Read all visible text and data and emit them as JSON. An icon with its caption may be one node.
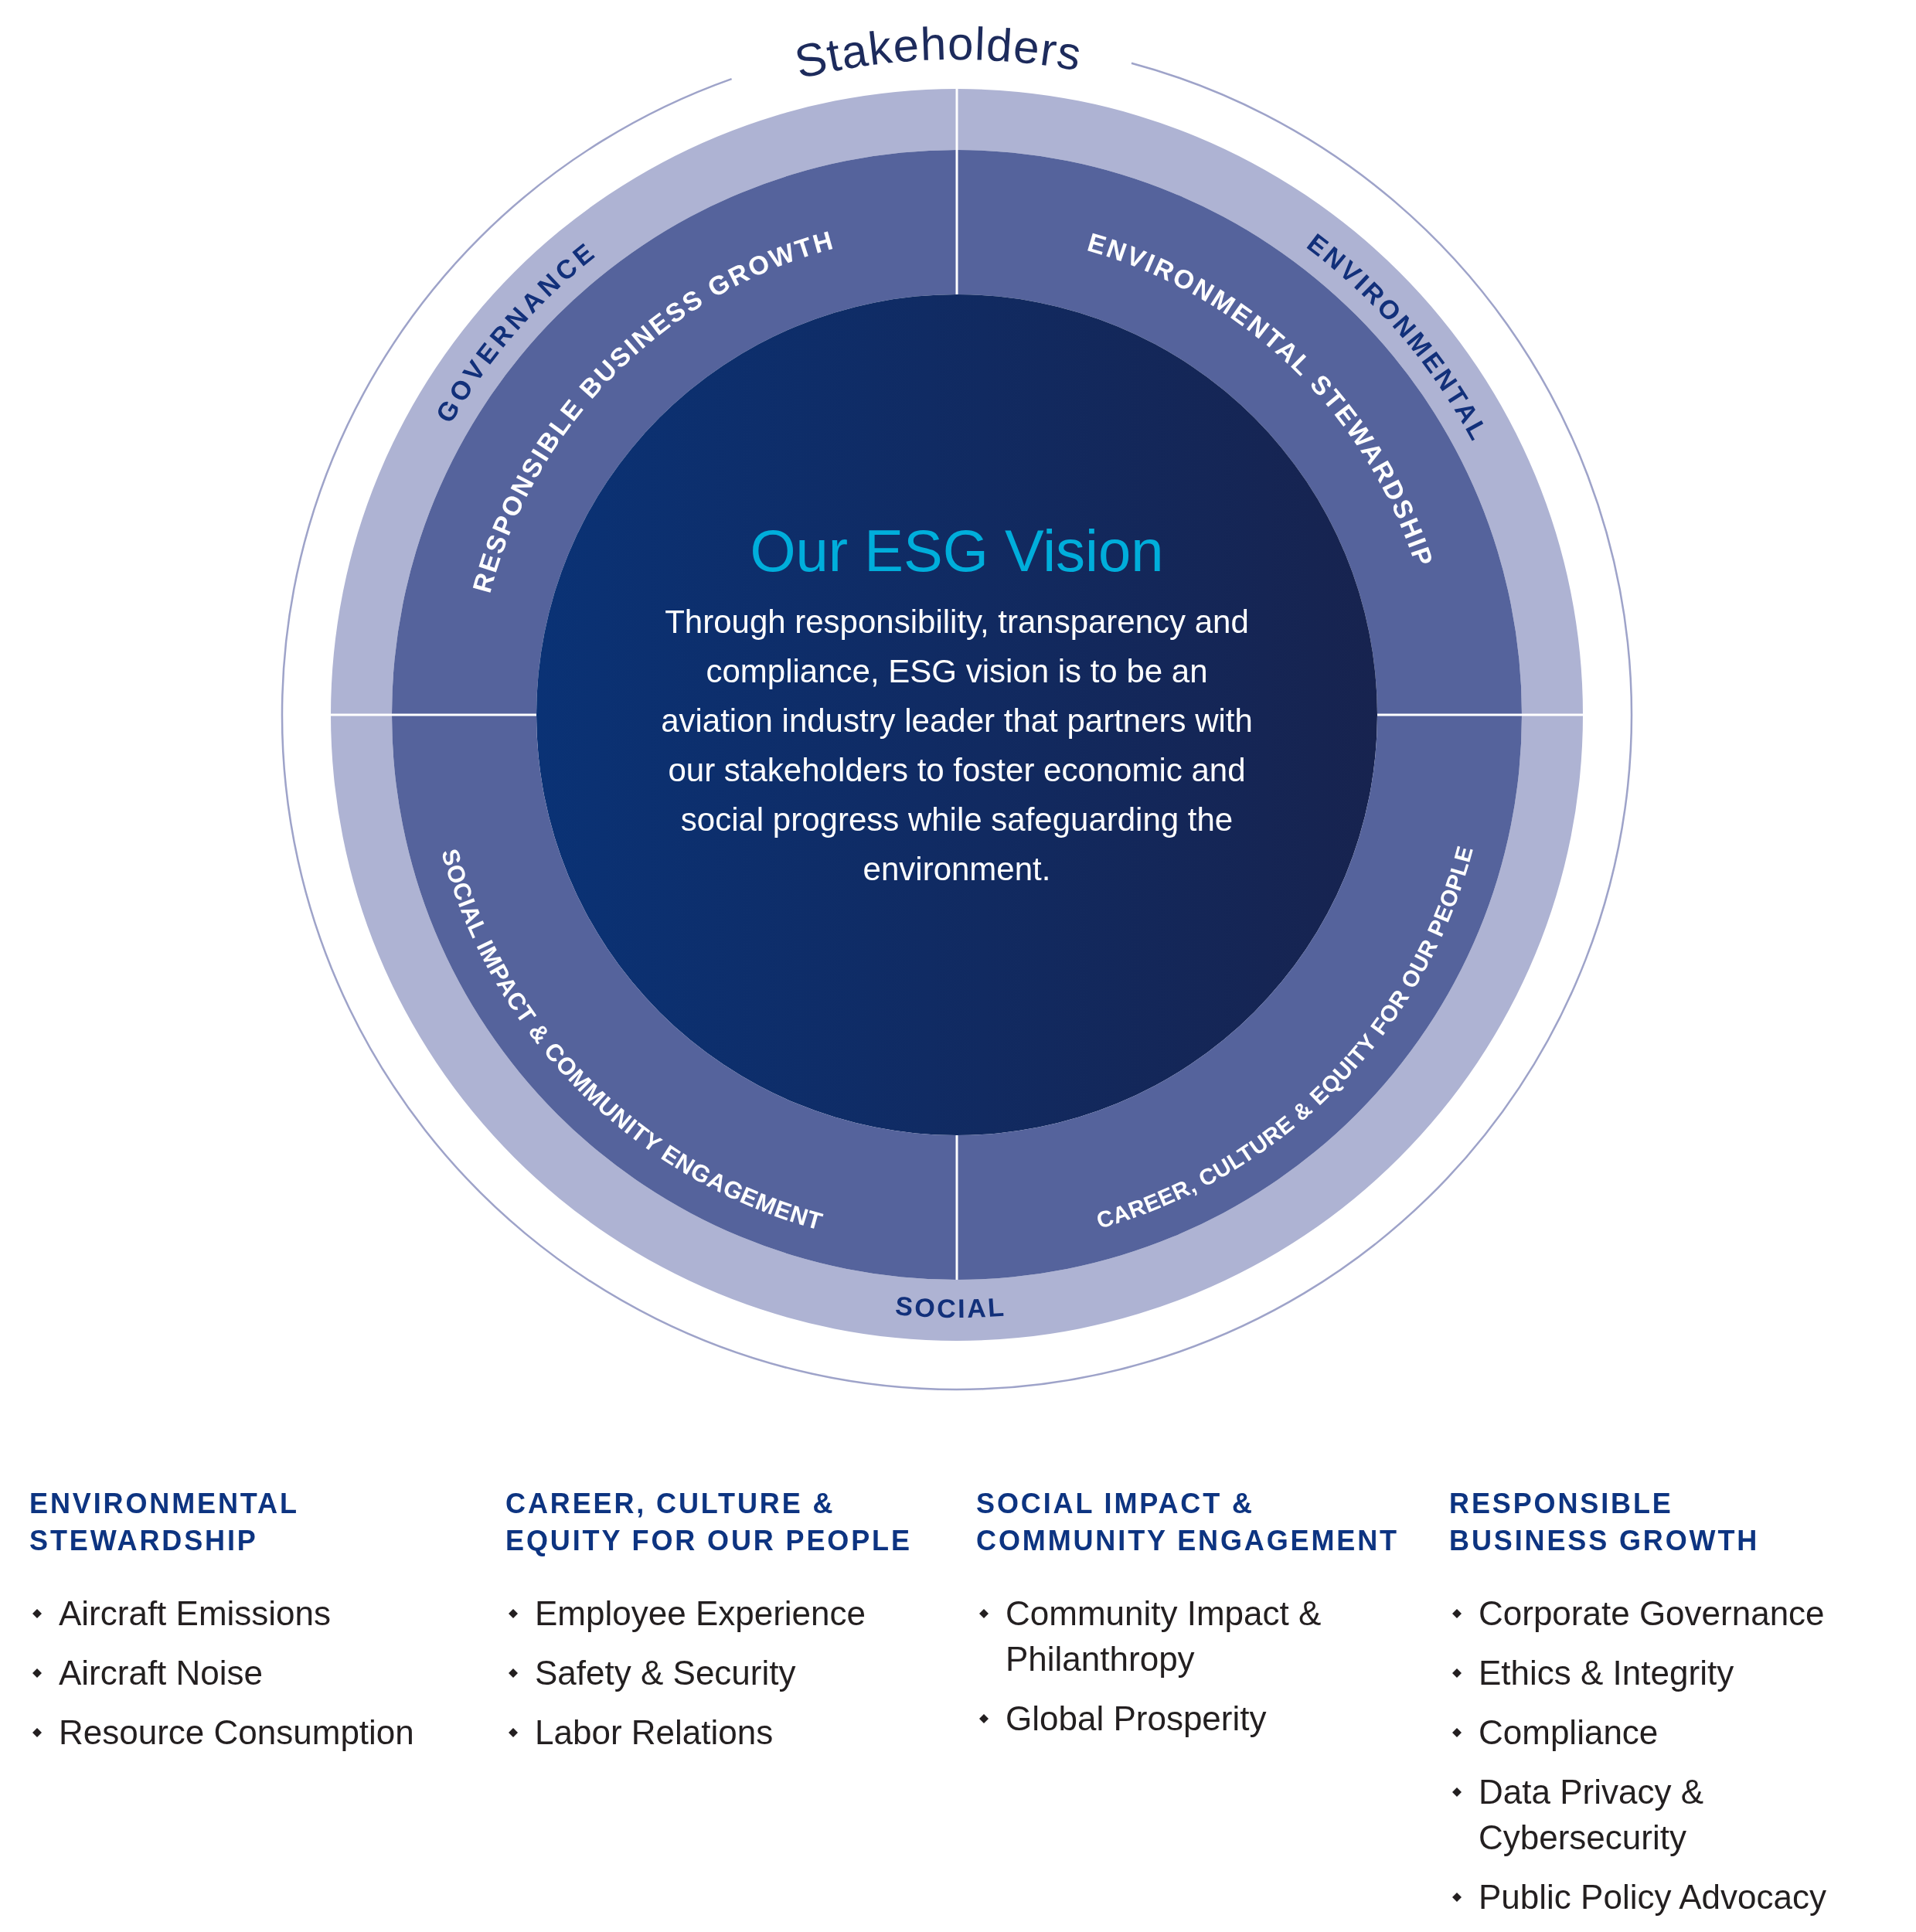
{
  "diagram": {
    "nodes": [
      {
        "text": [
          "Stakeholders"
        ]
      },
      {
        "text": [
          "GOVERNANCE"
        ],
        "in": 0
      },
      {
        "text": [
          "RESPONSIBLE BUSINESS GROWTH"
        ],
        "in": 1
      },
      {
        "text": [
          "ENVIRONMENTAL"
        ],
        "in": 0
      },
      {
        "text": [
          "ENVIRONMENTAL STEWARDSHIP"
        ],
        "in": 3
      },
      {
        "text": [
          "Our ESG Vision",
          "Through responsibility, transparency and compliance, ESG vision is to be an aviation industry leader that partners with our stakeholders to foster economic and social progress while safeguarding the environment."
        ],
        "in": 0
      },
      {
        "text": [
          "SOCIAL"
        ],
        "in": 0
      },
      {
        "text": [
          "SOCIAL IMPACT & COMMUNITY ENGAGEMENT"
        ],
        "in": 6
      },
      {
        "text": [
          "CAREER, CULTURE & EQUITY FOR OUR PEOPLE"
        ],
        "in": 6
      }
    ],
    "labels": [
      "ENVIRONMENTAL STEWARDSHIP",
      "Aircraft Emissions",
      "Aircraft Noise",
      "Resource Consumption",
      "CAREER, CULTURE & EQUITY FOR OUR PEOPLE",
      "Employee Experience",
      "Safety & Security",
      "Labor Relations",
      "SOCIAL IMPACT & COMMUNITY ENGAGEMENT",
      "Community Impact & Philanthropy",
      "Global Prosperity",
      "RESPONSIBLE BUSINESS GROWTH",
      "Corporate Governance",
      "Ethics & Integrity",
      "Compliance",
      "Data Privacy & Cybersecurity",
      "Public Policy Advocacy"
    ]
  }
}
